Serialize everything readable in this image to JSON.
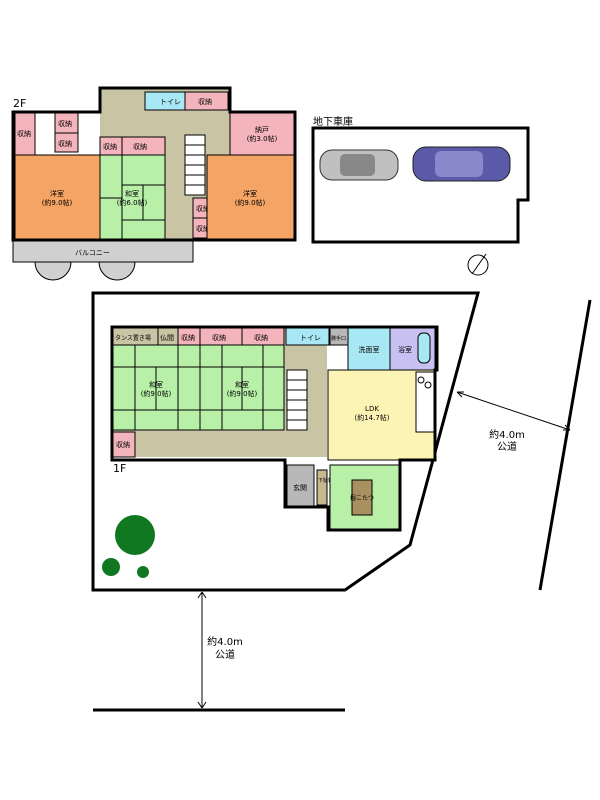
{
  "floor2": {
    "label": "2F",
    "west_room": {
      "name": "洋室",
      "size": "(約9.0帖)"
    },
    "japanese_room": {
      "name": "和室",
      "size": "(約6.0帖)"
    },
    "east_room": {
      "name": "洋室",
      "size": "(約9.0帖)"
    },
    "storeroom": {
      "name": "納戸",
      "size": "(約3.0帖)"
    },
    "toilet": "トイレ",
    "storage": "収納",
    "closet": "収納",
    "balcony": "バルコニー"
  },
  "garage": {
    "label": "地下車庫"
  },
  "floor1": {
    "label": "1F",
    "tansu": "タンス置き場",
    "butsuma": "仏間",
    "storage": "収納",
    "japanese_room_1": {
      "name": "和室",
      "size": "(約9.0帖)"
    },
    "japanese_room_2": {
      "name": "和室",
      "size": "(約9.0帖)"
    },
    "toilet": "トイレ",
    "back_door": "勝手口",
    "washroom": "洗面室",
    "bathroom": "浴室",
    "ldk": {
      "name": "LDK",
      "size": "(約14.7帖)"
    },
    "entrance": "玄関",
    "shoe_box": "下駄箱",
    "kotatsu": "掘こたつ"
  },
  "roads": {
    "east": {
      "width": "約4.0m",
      "name": "公道"
    },
    "south": {
      "width": "約4.0m",
      "name": "公道"
    }
  },
  "colors": {
    "western_room": "#f4a464",
    "japanese_room": "#b8f0a8",
    "storage": "#f4b4bc",
    "wet_area": "#a8e8f4",
    "bath": "#c8c0f0",
    "ldk": "#fcf4b4",
    "hall": "#c8c4a4",
    "entrance": "#b8b8b8",
    "balcony": "#d0d0d0",
    "tree": "#107820"
  }
}
